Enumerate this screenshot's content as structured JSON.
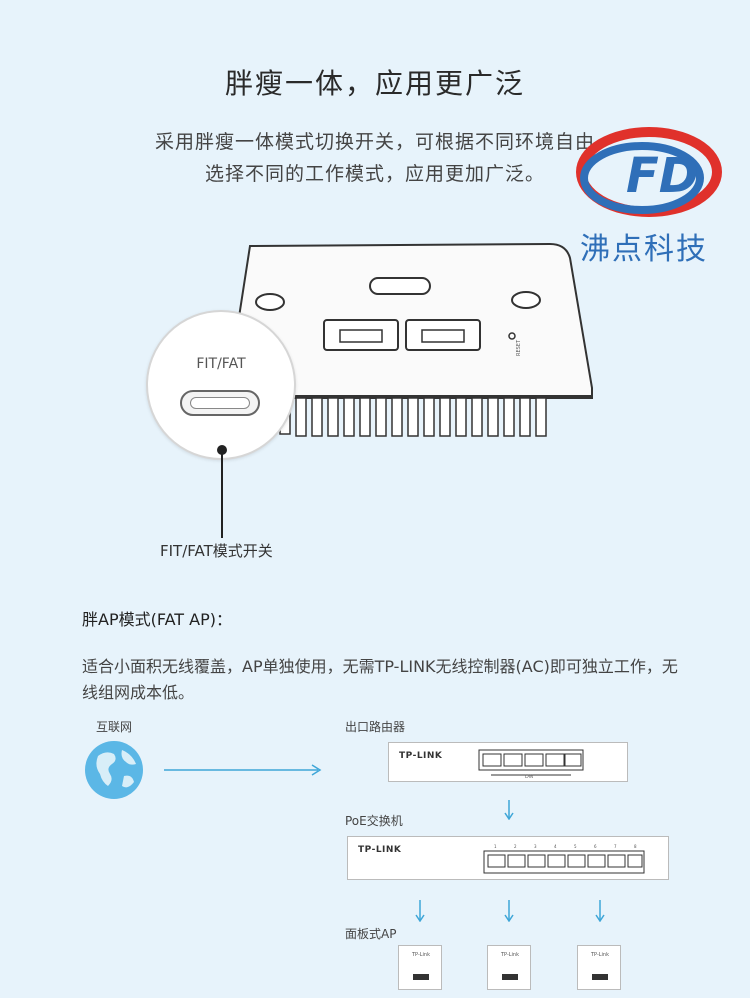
{
  "header": {
    "title": "胖瘦一体，应用更广泛",
    "intro_line1": "采用胖瘦一体模式切换开关，可根据不同环境自由",
    "intro_line2": "选择不同的工作模式，应用更加广泛。"
  },
  "logo": {
    "letters": "FD",
    "name": "沸点科技",
    "colors": {
      "red": "#e0312b",
      "blue": "#2f6fb8"
    }
  },
  "device": {
    "port_label": "RESET",
    "zoom_label": "FIT/FAT",
    "pointer_label": "FIT/FAT模式开关"
  },
  "fat_mode": {
    "heading": "胖AP模式(FAT AP)：",
    "description": "适合小面积无线覆盖，AP单独使用，无需TP-LINK无线控制器(AC)即可独立工作，无线组网成本低。"
  },
  "diagram": {
    "internet_label": "互联网",
    "router_label": "出口路由器",
    "router_brand": "TP-LINK",
    "router_port_caption": "LAN",
    "switch_label": "PoE交换机",
    "switch_brand": "TP-LINK",
    "switch_port_numbers": [
      "1",
      "2",
      "3",
      "4",
      "5",
      "6",
      "7",
      "8"
    ],
    "panel_label": "面板式AP",
    "panel_brand": "TP-Link",
    "accent": "#3ea6d8"
  }
}
